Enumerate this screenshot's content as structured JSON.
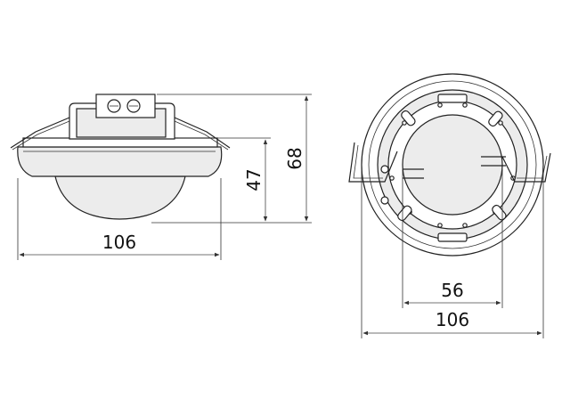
{
  "side_view": {
    "width_label": "106",
    "height_total_label": "68",
    "height_body_label": "47"
  },
  "front_view": {
    "inner_diameter_label": "56",
    "outer_diameter_label": "106"
  },
  "colors": {
    "line": "#222222",
    "fill_gray": "#ececec",
    "background": "#ffffff"
  }
}
